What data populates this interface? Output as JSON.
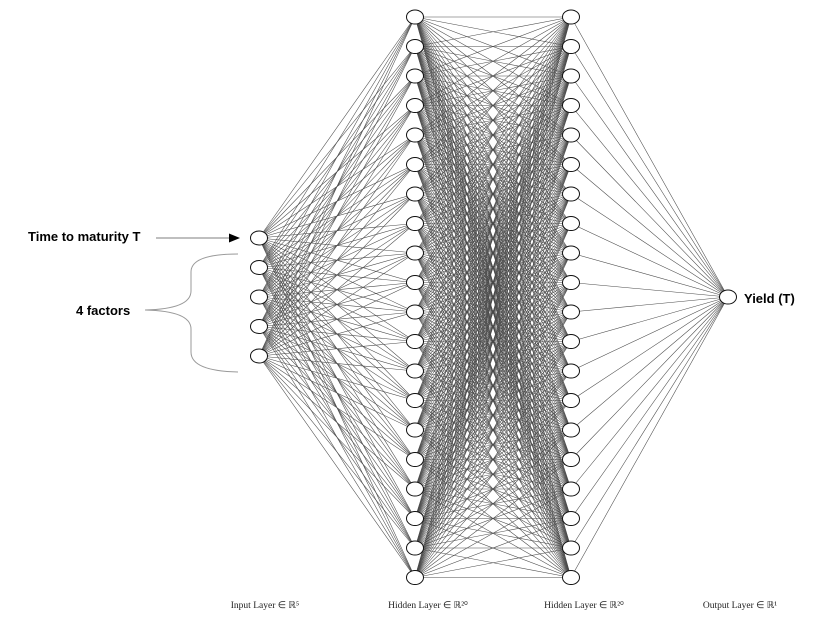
{
  "annotations": {
    "input_label": "Time to maturity T",
    "factors_label": "4 factors",
    "output_label": "Yield (T)"
  },
  "layers": [
    {
      "label": "Input Layer ∈ ℝ⁵",
      "nodes": 5
    },
    {
      "label": "Hidden Layer ∈ ℝ²⁰",
      "nodes": 20
    },
    {
      "label": "Hidden Layer ∈ ℝ²⁰",
      "nodes": 20
    },
    {
      "label": "Output Layer ∈ ℝ¹",
      "nodes": 1
    }
  ],
  "colors": {
    "edge": "#4a4a4a",
    "node_stroke": "#111111",
    "node_fill": "#ffffff",
    "brace": "#9a9a9a",
    "arrow": "#555555"
  }
}
